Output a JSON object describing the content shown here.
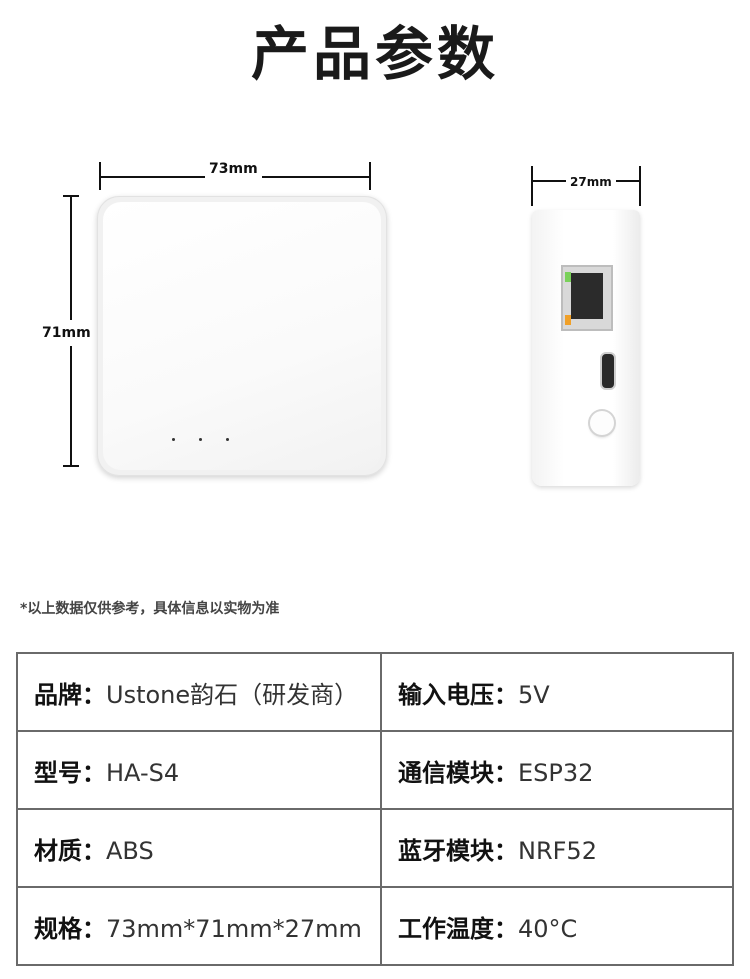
{
  "title": "产品参数",
  "dimensions": {
    "width": "73mm",
    "height": "71mm",
    "depth": "27mm"
  },
  "disclaimer": "*以上数据仅供参考，具体信息以实物为准",
  "specs": [
    {
      "left_label": "品牌：",
      "left_value": "Ustone韵石（研发商）",
      "right_label": "输入电压：",
      "right_value": "5V"
    },
    {
      "left_label": "型号：",
      "left_value": "HA-S4",
      "right_label": "通信模块：",
      "right_value": "ESP32"
    },
    {
      "left_label": "材质：",
      "left_value": "ABS",
      "right_label": "蓝牙模块：",
      "right_value": "NRF52"
    },
    {
      "left_label": "规格：",
      "left_value": "73mm*71mm*27mm",
      "right_label": "工作温度：",
      "right_value": "40°C"
    }
  ],
  "colors": {
    "table_border": "#6a6a6a",
    "led_green": "#7ad15a",
    "led_yellow": "#f0a028"
  }
}
